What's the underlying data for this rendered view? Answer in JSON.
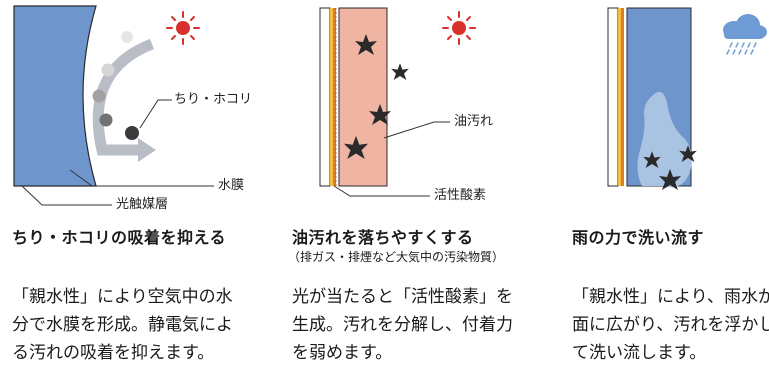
{
  "panels": [
    {
      "callouts": [
        "ちり・ホコリ",
        "水膜",
        "光触媒層"
      ],
      "title": "ちり・ホコリの吸着を抑える",
      "subtitle": "",
      "body": [
        "「親水性」により空気中の水",
        "分で水膜を形成。静電気によ",
        "る汚れの吸着を抑えます。"
      ]
    },
    {
      "callouts": [
        "油汚れ",
        "活性酸素"
      ],
      "title": "油汚れを落ちやすくする",
      "subtitle": "（排ガス・排煙など大気中の汚染物質）",
      "body": [
        "光が当たると「活性酸素」を",
        "生成。汚れを分解し、付着力",
        "を弱めます。"
      ]
    },
    {
      "callouts": [],
      "title": "雨の力で洗い流す",
      "subtitle": "",
      "body": [
        "「親水性」により、雨水が",
        "面に広がり、汚れを浮かし",
        "て洗い流します。"
      ]
    }
  ],
  "icons": [
    "sun-icon",
    "sun-icon",
    "rain-cloud-icon"
  ],
  "colors": {
    "glass_blue": "#6f96cc",
    "glass_blue_light": "#a9c3e2",
    "stain_pink": "#efb5a2",
    "sun_red": "#d8302c",
    "arrow_grey": "#b9bec6",
    "text": "#1a1a1a",
    "layer_yellow": "#f0c23c",
    "layer_orange": "#e07a2c",
    "rain_blue": "#6e9bd3"
  }
}
